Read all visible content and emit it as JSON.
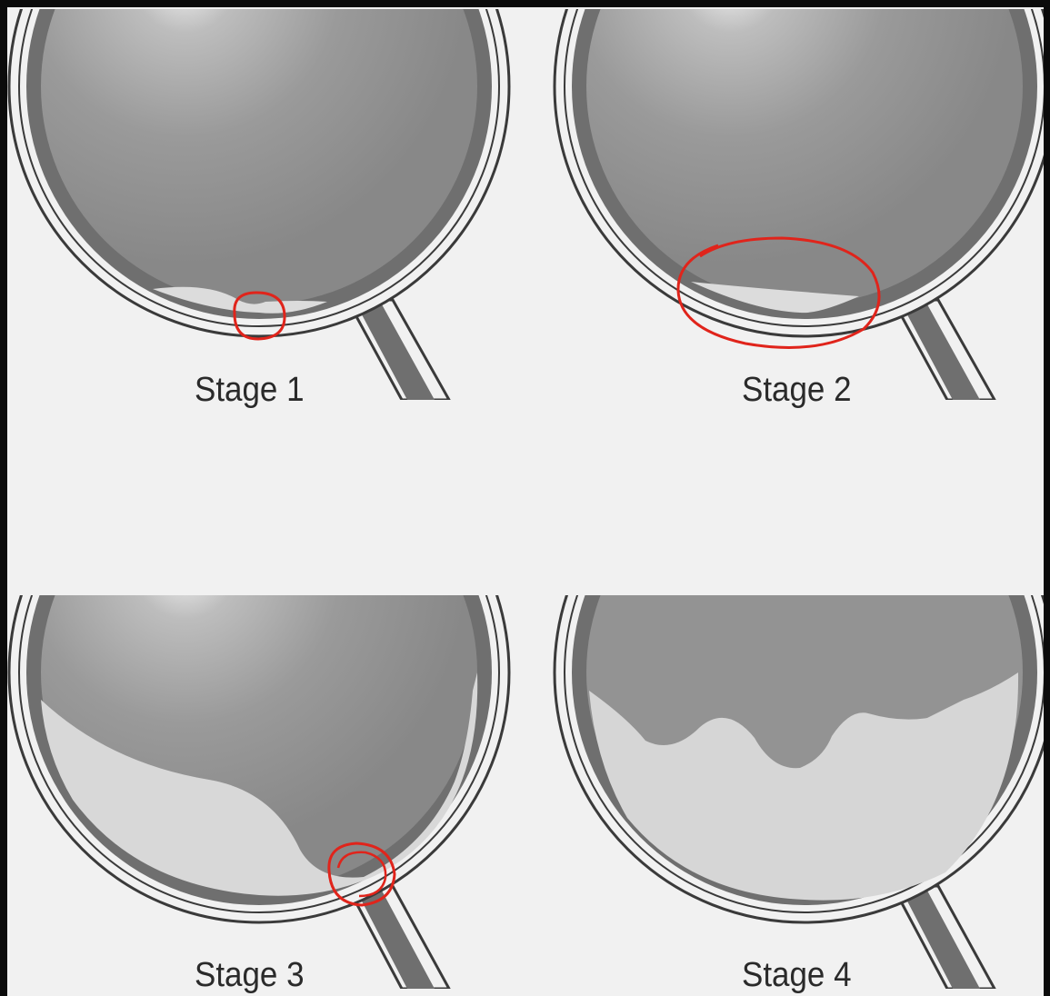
{
  "diagram": {
    "panels": [
      {
        "id": 1,
        "label": "Stage 1"
      },
      {
        "id": 2,
        "label": "Stage 2"
      },
      {
        "id": 3,
        "label": "Stage 3"
      },
      {
        "id": 4,
        "label": "Stage 4"
      }
    ],
    "colors": {
      "page_background": "#f1f1f1",
      "outer_border": "#0b0b0b",
      "eye_interior": "#8f8f8f",
      "eye_highlight": "#e6e6e6",
      "choroid_dark_band": "#6f6f6f",
      "retina_pale": "#d9d9d9",
      "sclera_outline": "#3a3a3a",
      "annotation_red": "#e0241b"
    }
  }
}
